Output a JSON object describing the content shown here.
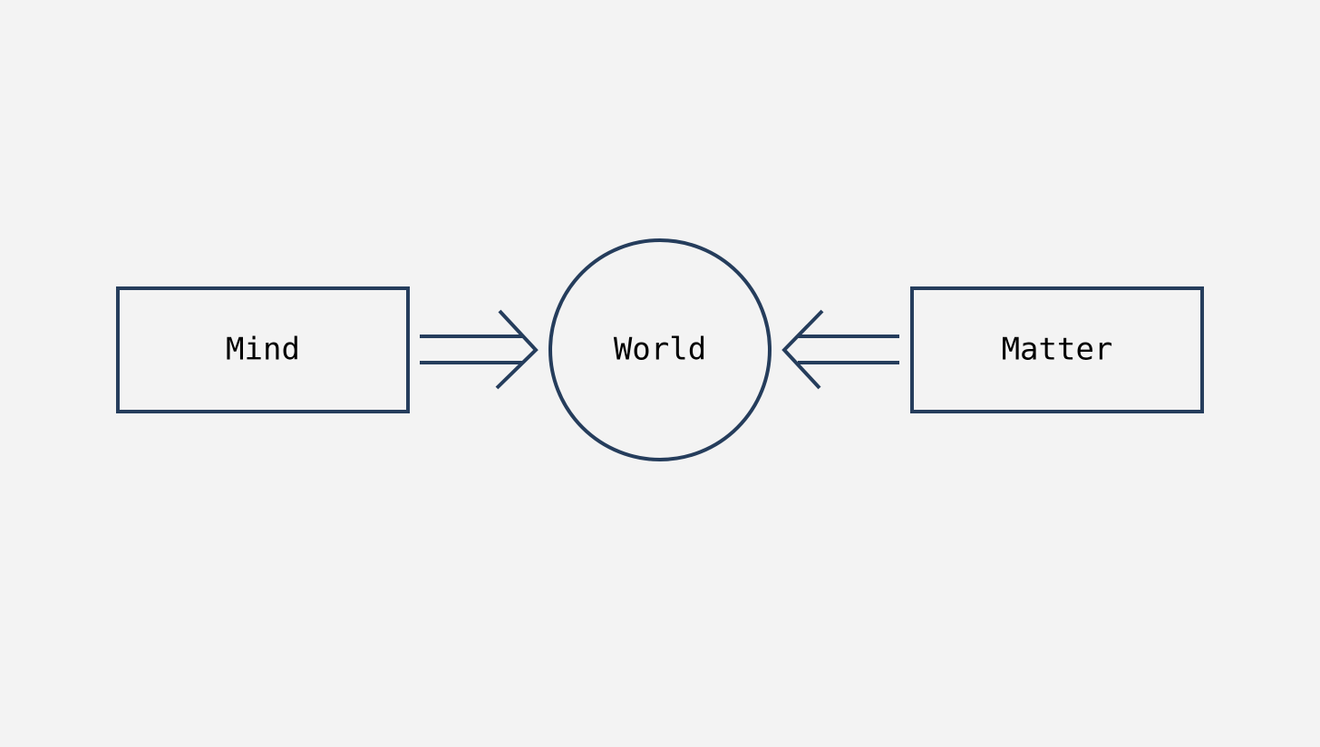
{
  "background": "#f3f3f3",
  "stroke_color": "#253d5c",
  "text_color": "#000000",
  "nodes": {
    "mind": {
      "label": "Mind",
      "shape": "rectangle"
    },
    "world": {
      "label": "World",
      "shape": "circle"
    },
    "matter": {
      "label": "Matter",
      "shape": "rectangle"
    }
  },
  "edges": [
    {
      "from": "mind",
      "to": "world",
      "style": "double-arrow"
    },
    {
      "from": "matter",
      "to": "world",
      "style": "double-arrow"
    }
  ]
}
